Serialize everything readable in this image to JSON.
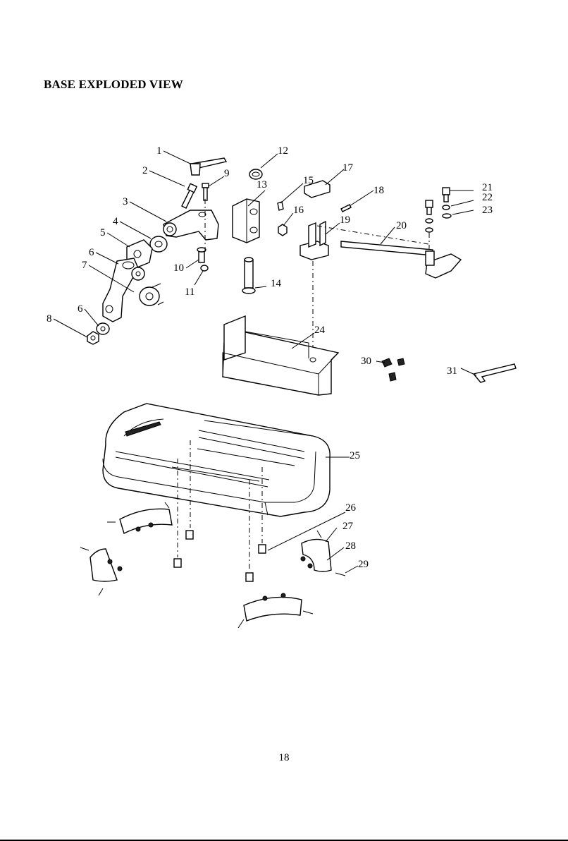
{
  "page": {
    "title": "BASE EXPLODED VIEW",
    "page_number": "18"
  },
  "parts": [
    {
      "id": "1",
      "label": "1"
    },
    {
      "id": "2",
      "label": "2"
    },
    {
      "id": "3",
      "label": "3"
    },
    {
      "id": "4",
      "label": "4"
    },
    {
      "id": "5",
      "label": "5"
    },
    {
      "id": "6a",
      "label": "6"
    },
    {
      "id": "7",
      "label": "7"
    },
    {
      "id": "6b",
      "label": "6"
    },
    {
      "id": "8",
      "label": "8"
    },
    {
      "id": "9",
      "label": "9"
    },
    {
      "id": "10",
      "label": "10"
    },
    {
      "id": "11",
      "label": "11"
    },
    {
      "id": "12",
      "label": "12"
    },
    {
      "id": "13",
      "label": "13"
    },
    {
      "id": "14",
      "label": "14"
    },
    {
      "id": "15",
      "label": "15"
    },
    {
      "id": "16",
      "label": "16"
    },
    {
      "id": "17",
      "label": "17"
    },
    {
      "id": "18",
      "label": "18"
    },
    {
      "id": "19",
      "label": "19"
    },
    {
      "id": "20",
      "label": "20"
    },
    {
      "id": "21",
      "label": "21"
    },
    {
      "id": "22",
      "label": "22"
    },
    {
      "id": "23",
      "label": "23"
    },
    {
      "id": "24",
      "label": "24"
    },
    {
      "id": "25",
      "label": "25"
    },
    {
      "id": "26",
      "label": "26"
    },
    {
      "id": "27",
      "label": "27"
    },
    {
      "id": "28",
      "label": "28"
    },
    {
      "id": "29",
      "label": "29"
    },
    {
      "id": "30",
      "label": "30"
    },
    {
      "id": "31",
      "label": "31"
    }
  ]
}
